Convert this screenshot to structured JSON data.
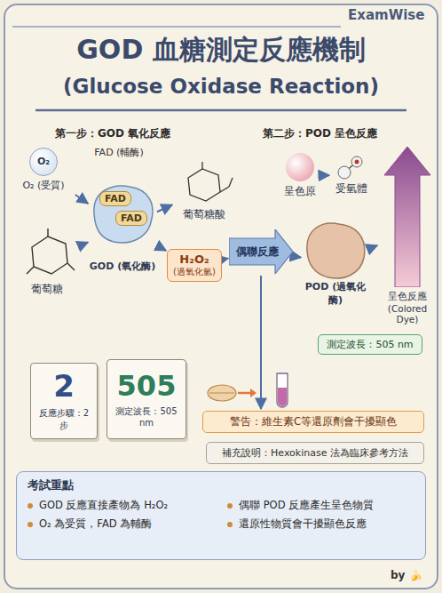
{
  "diagram": {
    "title": "GOD 血糖測定反應機制",
    "nodes": [
      {
        "text": [
          "葡萄糖"
        ]
      },
      {
        "text": [
          "O₂",
          "O₂ (受質)"
        ]
      },
      {
        "text": [
          "GOD (氧化酶)"
        ]
      },
      {
        "text": [
          "FAD"
        ],
        "in": 2
      },
      {
        "text": [
          "FAD"
        ],
        "in": 2
      },
      {
        "text": [
          "葡萄糖酸"
        ]
      },
      {
        "text": [
          "H₂O₂",
          "(過氧化氫)"
        ]
      },
      {
        "text": [
          "偶聯反應"
        ]
      },
      {
        "text": [
          "呈色原"
        ]
      },
      {
        "text": [
          "受氫體"
        ]
      },
      {
        "text": [
          "POD (過氧化酶)"
        ]
      },
      {
        "text": [
          "呈色反應 (Colored Dye)"
        ]
      },
      {
        "text": [
          "測定波長：505 nm"
        ]
      },
      {
        "text": [
          "警告：維生素C等還原劑會干擾顯色"
        ]
      },
      {
        "text": [
          "補充說明：Hexokinase 法為臨床參考方法"
        ]
      },
      {
        "text": [
          "2",
          "反應步驟：2 步"
        ]
      },
      {
        "text": [
          "505",
          "測定波長：505 nm"
        ]
      },
      {
        "text": [
          "考試重點",
          "GOD 反應直接產物為 H₂O₂",
          "O₂ 為受質，FAD 為輔酶",
          "偶聯 POD 反應產生呈色物質",
          "還原性物質會干擾顯色反應"
        ]
      }
    ],
    "edges": [
      {
        "from": 1,
        "to": 2,
        "arrow": "to"
      },
      {
        "from": 0,
        "to": 2,
        "arrow": "to"
      },
      {
        "from": 2,
        "to": 5,
        "arrow": "to"
      },
      {
        "from": 2,
        "to": 6,
        "arrow": "to"
      },
      {
        "from": 6,
        "to": 7,
        "arrow": "to"
      },
      {
        "from": 7,
        "to": 10,
        "arrow": "to"
      },
      {
        "from": 7,
        "to": 13,
        "arrow": "to"
      },
      {
        "from": 8,
        "to": 9,
        "arrow": "to"
      },
      {
        "from": 10,
        "to": 11,
        "arrow": "to"
      }
    ],
    "labels": [
      "ExamWise",
      "(Glucose Oxidase Reaction)",
      "第一步：GOD 氧化反應",
      "第二步：POD 呈色反應",
      "FAD (輔酶)",
      "by 🍌"
    ]
  }
}
